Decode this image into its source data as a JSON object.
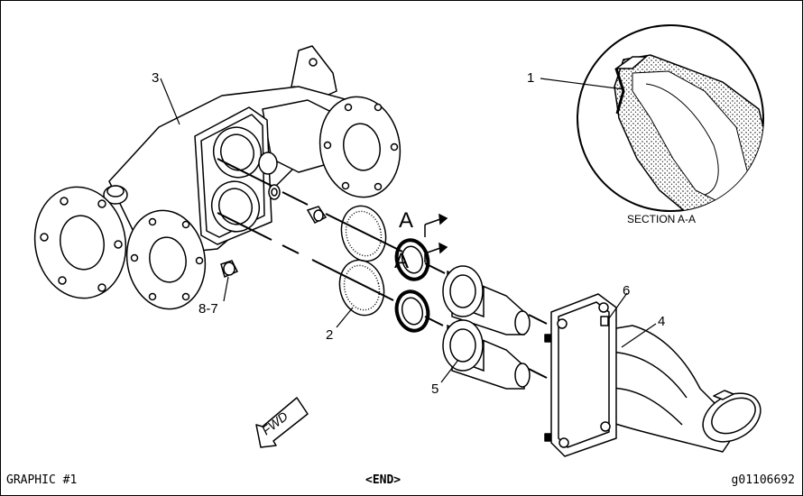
{
  "callouts": {
    "c1": "1",
    "c2": "2",
    "c3": "3",
    "c4": "4",
    "c5": "5",
    "c6": "6",
    "c87": "8-7"
  },
  "section": {
    "letter_top": "A",
    "letter_bottom": "A",
    "caption": "SECTION A-A"
  },
  "fwd_label": "FWD",
  "footer": {
    "graphic": "GRAPHIC #1",
    "end": "<END>",
    "figure_id": "g01106692"
  }
}
